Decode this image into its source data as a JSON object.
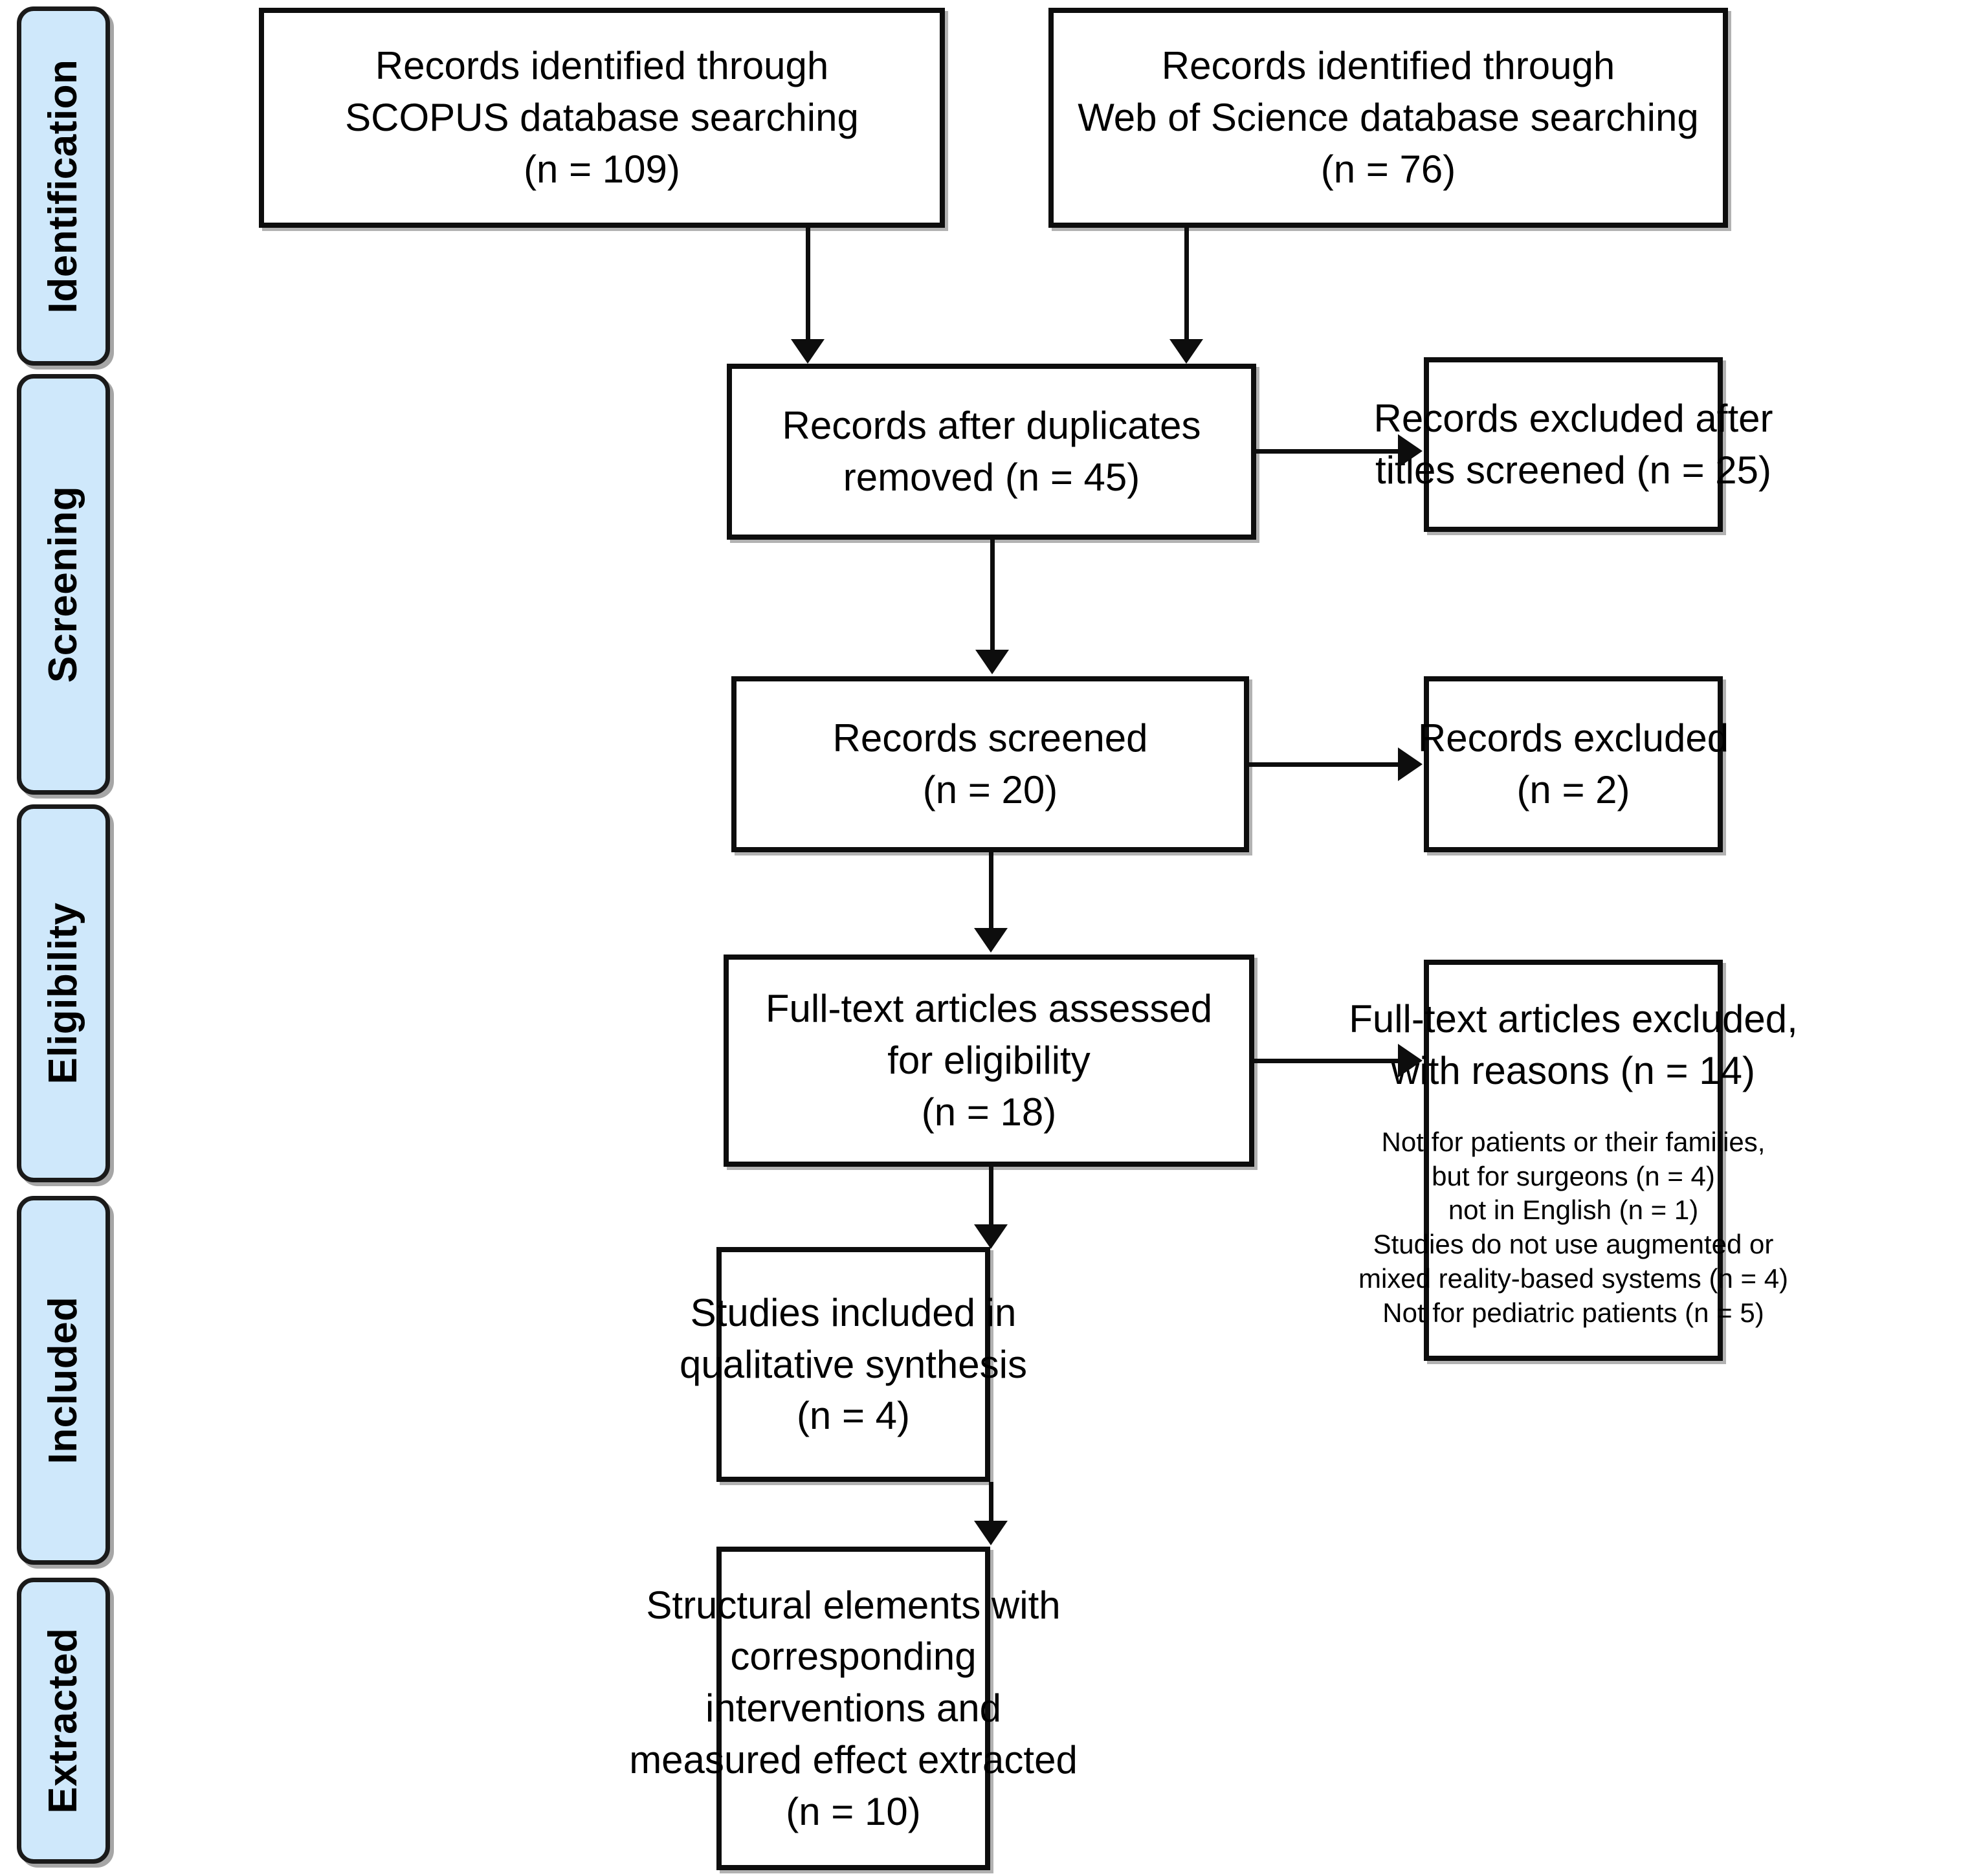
{
  "diagram": {
    "type": "prisma-flow-diagram",
    "accent_color": "#cfe8fb",
    "line_color": "#0d0d0d",
    "background_color": "#ffffff",
    "stages": [
      {
        "label": "Identification"
      },
      {
        "label": "Screening"
      },
      {
        "label": "Eligibility"
      },
      {
        "label": "Included"
      },
      {
        "label": "Extracted"
      }
    ],
    "boxes": {
      "scopus": {
        "lines": [
          "Records identified through",
          "SCOPUS database searching",
          "(n = 109)"
        ],
        "n": 109
      },
      "wos": {
        "lines": [
          "Records identified through",
          "Web of Science database searching",
          "(n = 76)"
        ],
        "n": 76
      },
      "duplicates_removed": {
        "lines": [
          "Records after duplicates",
          "removed (n = 45)"
        ],
        "n": 45
      },
      "excluded_titles": {
        "lines": [
          "Records excluded after",
          "titles screened (n = 25)"
        ],
        "n": 25
      },
      "records_screened": {
        "lines": [
          "Records screened",
          "(n = 20)"
        ],
        "n": 20
      },
      "records_excluded": {
        "lines": [
          "Records excluded",
          "(n = 2)"
        ],
        "n": 2
      },
      "fulltext_assessed": {
        "lines": [
          "Full-text articles assessed",
          "for eligibility",
          "(n = 18)"
        ],
        "n": 18
      },
      "fulltext_excluded": {
        "lines": [
          "Full-text articles excluded,",
          "with reasons (n = 14)"
        ],
        "n": 14,
        "reasons": [
          "Not for patients or their families,",
          "but for surgeons (n = 4)",
          "not in English (n = 1)",
          "Studies do not use augmented or",
          "mixed reality-based systems (n = 4)",
          "Not for pediatric patients (n = 5)"
        ]
      },
      "studies_included": {
        "lines": [
          "Studies included in",
          "qualitative synthesis",
          "(n = 4)"
        ],
        "n": 4
      },
      "structural_elements": {
        "lines": [
          "Structural elements with",
          "corresponding",
          "interventions and",
          "measured effect extracted",
          "(n = 10)"
        ],
        "n": 10
      }
    }
  }
}
